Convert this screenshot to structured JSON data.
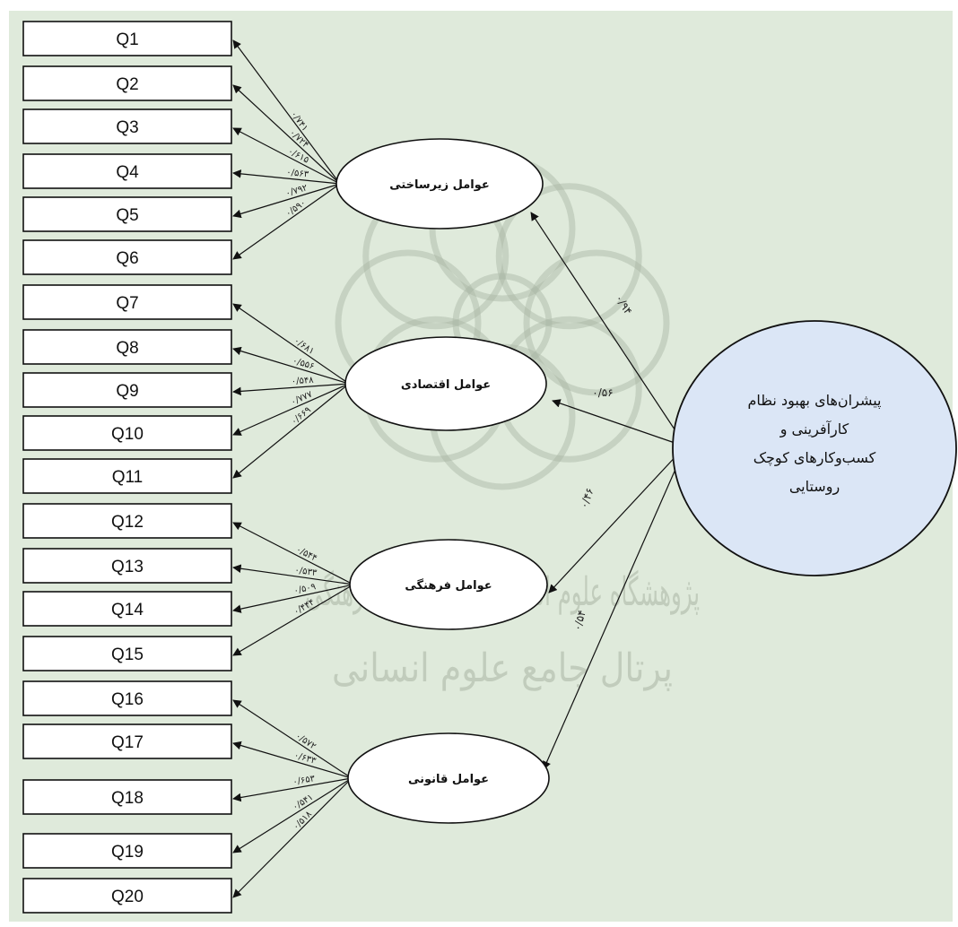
{
  "colors": {
    "background": "#dfeadb",
    "central_fill": "#dbe6f6",
    "watermark": "#a9b5a3",
    "line": "#111111"
  },
  "indicators": [
    "Q1",
    "Q2",
    "Q3",
    "Q4",
    "Q5",
    "Q6",
    "Q7",
    "Q8",
    "Q9",
    "Q10",
    "Q11",
    "Q12",
    "Q13",
    "Q14",
    "Q15",
    "Q16",
    "Q17",
    "Q18",
    "Q19",
    "Q20"
  ],
  "factors": [
    {
      "label": "عوامل زیرساختی",
      "structural_weight": "۰/۹۴",
      "indicators": [
        0,
        1,
        2,
        3,
        4,
        5
      ],
      "loadings": [
        "۰/۷۴۱",
        "۰/۷۲۴",
        "۰/۶۱۵",
        "۰/۵۶۳",
        "۰/۷۹۲",
        "۰/۵۹۰"
      ]
    },
    {
      "label": "عوامل اقتصادی",
      "structural_weight": "۰/۵۶",
      "indicators": [
        6,
        7,
        8,
        9,
        10
      ],
      "loadings": [
        "۰/۶۸۱",
        "۰/۵۵۶",
        "۰/۵۴۸",
        "۰/۷۷۷",
        "۰/۶۶۹"
      ]
    },
    {
      "label": "عوامل فرهنگی",
      "structural_weight": "۰/۴۶",
      "indicators": [
        11,
        12,
        13,
        14
      ],
      "loadings": [
        "۰/۵۴۴",
        "۰/۵۳۳",
        "۰/۵۰۹",
        "۰/۴۴۴"
      ]
    },
    {
      "label": "عوامل قانونی",
      "structural_weight": "۰/۵۴",
      "indicators": [
        15,
        16,
        17,
        18,
        19
      ],
      "loadings": [
        "۰/۵۷۲",
        "۰/۶۳۳",
        "۰/۶۵۳",
        "۰/۵۴۱",
        "۰/۵۱۸"
      ]
    }
  ],
  "central": {
    "lines": [
      "پیشران‌های بهبود نظام",
      "کارآفرینی و",
      "کسب‌وکارهای کوچک",
      "روستایی"
    ]
  },
  "watermark": {
    "line1": "پژوهشگاه علوم انسانی و مطالعات فرهنگی",
    "line2": "پرتال جامع علوم انسانی"
  }
}
